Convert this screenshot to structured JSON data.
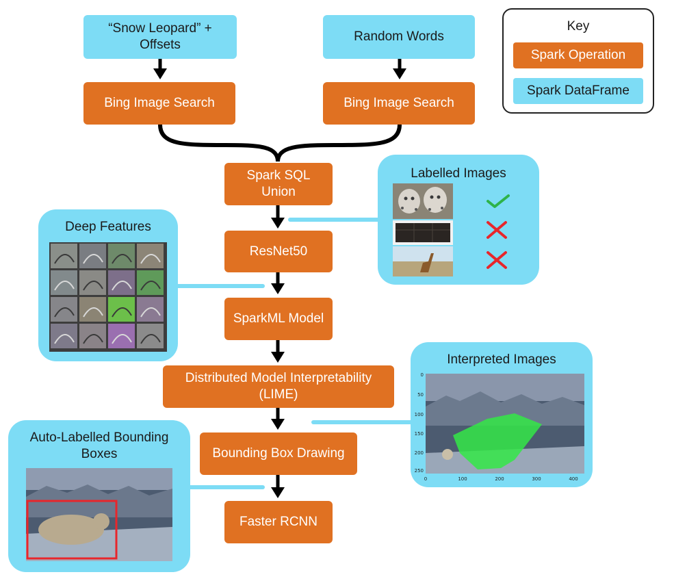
{
  "key": {
    "title": "Key",
    "operation_label": "Spark Operation",
    "dataframe_label": "Spark DataFrame"
  },
  "nodes": {
    "snow_leopard_offsets": "“Snow Leopard” + Offsets",
    "random_words": "Random Words",
    "bing_search_left": "Bing Image Search",
    "bing_search_right": "Bing Image Search",
    "spark_sql_union": "Spark SQL Union",
    "resnet50": "ResNet50",
    "sparkml_model": "SparkML Model",
    "lime": "Distributed Model Interpretability (LIME)",
    "bounding_box_drawing": "Bounding Box Drawing",
    "faster_rcnn": "Faster RCNN"
  },
  "panels": {
    "labelled_images": "Labelled Images",
    "deep_features": "Deep Features",
    "interpreted_images": "Interpreted Images",
    "auto_labelled": "Auto-Labelled Bounding Boxes"
  },
  "plot_ticks": {
    "y": [
      "0",
      "50",
      "100",
      "150",
      "200",
      "250"
    ],
    "x": [
      "0",
      "100",
      "200",
      "300",
      "400"
    ]
  },
  "colors": {
    "operation": "#E07122",
    "dataframe": "#7DDCF5",
    "check": "#2EB34A",
    "cross": "#E8262B",
    "bbox": "#E8262B"
  }
}
